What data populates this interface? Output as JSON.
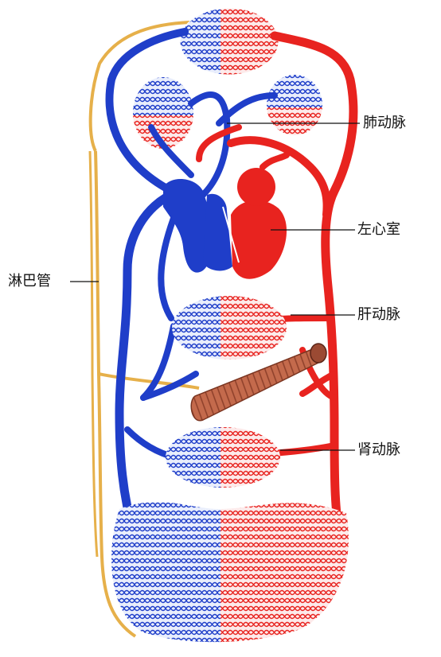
{
  "labels": {
    "pulmonary_artery": "肺动脉",
    "left_ventricle": "左心室",
    "lymphatic_vessel": "淋巴管",
    "hepatic_artery": "肝动脉",
    "renal_artery": "肾动脉"
  },
  "colors": {
    "venous": "#1f3ec9",
    "arterial": "#e8231f",
    "lymph": "#e6b04a",
    "intestine": "#c46a4c",
    "background": "#ffffff"
  }
}
